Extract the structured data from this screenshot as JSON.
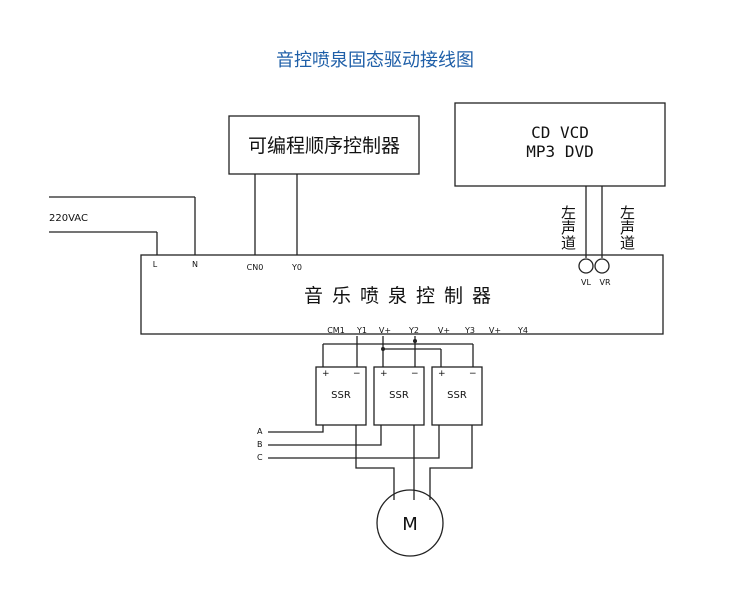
{
  "title": "音控喷泉固态驱动接线图",
  "plc": {
    "label": "可编程顺序控制器"
  },
  "player": {
    "line1": "CD VCD",
    "line2": "MP3 DVD"
  },
  "power": {
    "label": "220VAC"
  },
  "channels": {
    "left": "左声道",
    "right": "左声道"
  },
  "controller": {
    "label": "音乐喷泉控制器",
    "top_pins": [
      "L",
      "N",
      "CN0",
      "Y0"
    ],
    "audio_pins": [
      "VL",
      "VR"
    ],
    "bottom_pins": [
      "CM1",
      "Y1",
      "V+",
      "Y2",
      "V+",
      "Y3",
      "V+",
      "Y4"
    ]
  },
  "ssr": {
    "label": "SSR",
    "plus": "+",
    "minus": "−"
  },
  "phases": [
    "A",
    "B",
    "C"
  ],
  "motor": {
    "label": "M"
  }
}
